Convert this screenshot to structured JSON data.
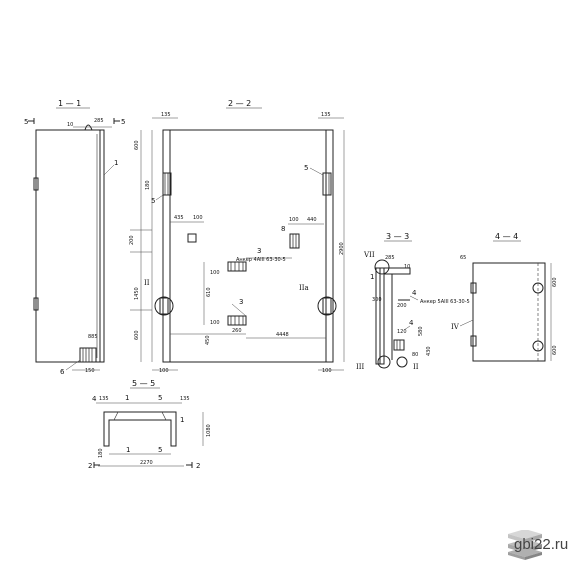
{
  "sections": {
    "s11": "1 — 1",
    "s22": "2 — 2",
    "s33": "3 — 3",
    "s44": "4 — 4",
    "s55": "5 — 5"
  },
  "cut_marks": {
    "c5a": "5",
    "c5b": "5",
    "c2a": "2",
    "c2b": "2",
    "c4": "4"
  },
  "dims_11": {
    "d10": "10",
    "d285": "285",
    "d885": "885",
    "d150": "150",
    "mark1": "1",
    "mark6": "6"
  },
  "dims_22": {
    "top_left": "135",
    "top_right": "135",
    "d600": "600",
    "d180": "180",
    "d200": "200",
    "d1450": "1450",
    "d600b": "600",
    "d450": "450",
    "d435": "435",
    "d100": "100",
    "d440": "440",
    "d610": "610",
    "d260": "260",
    "d4448": "4448",
    "d100b": "100",
    "d100c": "100",
    "d2900": "2900",
    "mark5a": "5",
    "mark5b": "5",
    "mark3a": "3",
    "mark3b": "3",
    "mark8": "8",
    "roman2": "II",
    "roman2a": "IIа",
    "anchor": "Анкер 4АIII 63-30-5"
  },
  "dims_33": {
    "d285": "285",
    "d10": "10",
    "d300": "300",
    "d200": "200",
    "d580": "580",
    "d120": "120",
    "d430": "430",
    "d80": "80",
    "mark4": "4",
    "mark4b": "4",
    "mark1": "1",
    "roman7": "VII",
    "roman3": "III",
    "roman2": "II",
    "anchor": "Анкер 5АIII 63-30-5"
  },
  "dims_44": {
    "d65": "65",
    "d600": "600",
    "d600b": "600",
    "roman4": "IV"
  },
  "dims_55": {
    "d135a": "135",
    "d135b": "135",
    "d1080": "1080",
    "d180": "180",
    "d2270": "2270",
    "m1a": "1",
    "m1b": "1",
    "m5a": "5",
    "m5b": "5",
    "m4": "4",
    "m2a": "2",
    "m2b": "2",
    "m1c": "1"
  },
  "brand": {
    "site": "gbi22.ru"
  },
  "colors": {
    "ink": "#222222",
    "logo_top": "#d7d7d7",
    "logo_mid": "#bcbcbc",
    "logo_low": "#9e9e9e"
  }
}
